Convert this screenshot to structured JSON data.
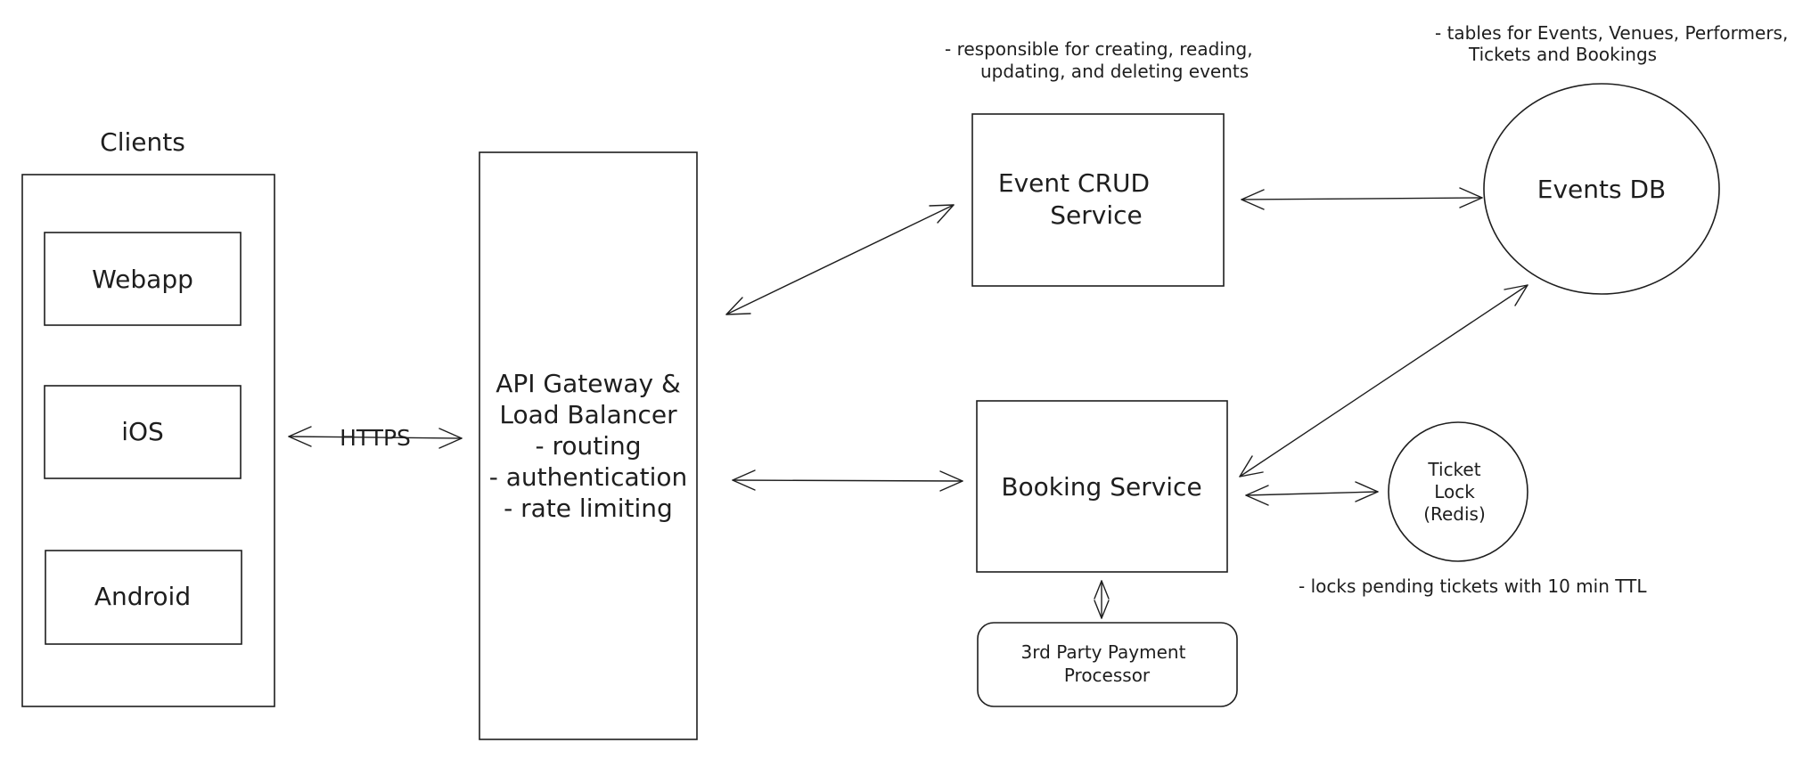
{
  "clients": {
    "title": "Clients",
    "items": [
      "Webapp",
      "iOS",
      "Android"
    ]
  },
  "edges": {
    "client_gateway_label": "HTTPS"
  },
  "gateway": {
    "lines": [
      "API Gateway &",
      "Load Balancer",
      "- routing",
      "- authentication",
      "- rate limiting"
    ]
  },
  "event_service": {
    "lines": [
      "Event CRUD",
      "Service"
    ],
    "note": [
      "- responsible for creating, reading,",
      "updating, and deleting events"
    ]
  },
  "events_db": {
    "label": "Events DB",
    "note": [
      "- tables for Events, Venues, Performers,",
      "Tickets and Bookings"
    ]
  },
  "booking_service": {
    "label": "Booking Service"
  },
  "ticket_lock": {
    "lines": [
      "Ticket",
      "Lock",
      "(Redis)"
    ],
    "note": "- locks pending tickets with 10 min TTL"
  },
  "payment": {
    "lines": [
      "3rd Party Payment",
      "Processor"
    ]
  }
}
